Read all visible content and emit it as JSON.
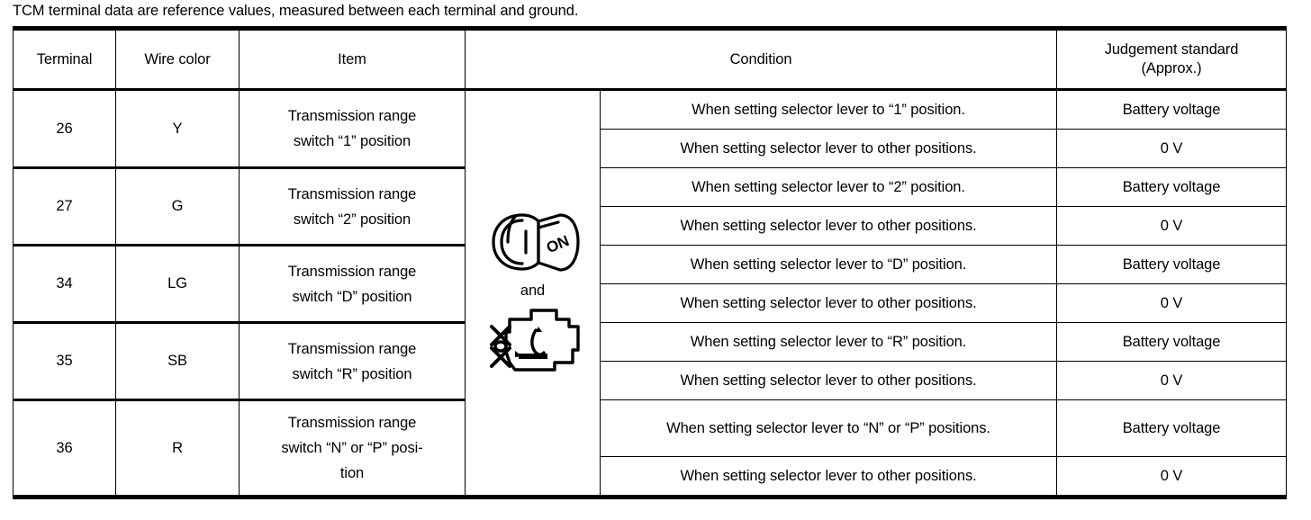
{
  "caption": "TCM terminal data are reference values, measured between each terminal and ground.",
  "table": {
    "headers": {
      "terminal": "Terminal",
      "wire_color": "Wire color",
      "item": "Item",
      "condition": "Condition",
      "judgement_line1": "Judgement standard",
      "judgement_line2": "(Approx.)"
    },
    "condition_icon": {
      "ignition_label": "ON",
      "ignition_name": "ignition-key-on-icon",
      "connector": "and",
      "engine_name": "engine-running-icon"
    },
    "rows": [
      {
        "terminal": "26",
        "wire_color": "Y",
        "item_line1": "Transmission range",
        "item_line2": "switch “1” position",
        "sub": [
          {
            "condition": "When setting selector lever to “1” position.",
            "judgement": "Battery voltage"
          },
          {
            "condition": "When setting selector lever to other positions.",
            "judgement": "0 V"
          }
        ]
      },
      {
        "terminal": "27",
        "wire_color": "G",
        "item_line1": "Transmission range",
        "item_line2": "switch “2” position",
        "sub": [
          {
            "condition": "When setting selector lever to “2” position.",
            "judgement": "Battery voltage"
          },
          {
            "condition": "When setting selector lever to other positions.",
            "judgement": "0 V"
          }
        ]
      },
      {
        "terminal": "34",
        "wire_color": "LG",
        "item_line1": "Transmission range",
        "item_line2": "switch “D” position",
        "sub": [
          {
            "condition": "When setting selector lever to “D” position.",
            "judgement": "Battery voltage"
          },
          {
            "condition": "When setting selector lever to other positions.",
            "judgement": "0 V"
          }
        ]
      },
      {
        "terminal": "35",
        "wire_color": "SB",
        "item_line1": "Transmission range",
        "item_line2": "switch “R” position",
        "sub": [
          {
            "condition": "When setting selector lever to “R” position.",
            "judgement": "Battery voltage"
          },
          {
            "condition": "When setting selector lever to other positions.",
            "judgement": "0 V"
          }
        ]
      },
      {
        "terminal": "36",
        "wire_color": "R",
        "item_line1": "Transmission range",
        "item_line2": "switch “N” or “P” posi-",
        "item_line3": "tion",
        "sub": [
          {
            "condition": "When setting selector lever to “N” or “P” positions.",
            "judgement": "Battery voltage"
          },
          {
            "condition": "When setting selector lever to other positions.",
            "judgement": "0 V"
          }
        ]
      }
    ]
  },
  "colors": {
    "ink": "#000000",
    "paper": "#ffffff"
  }
}
